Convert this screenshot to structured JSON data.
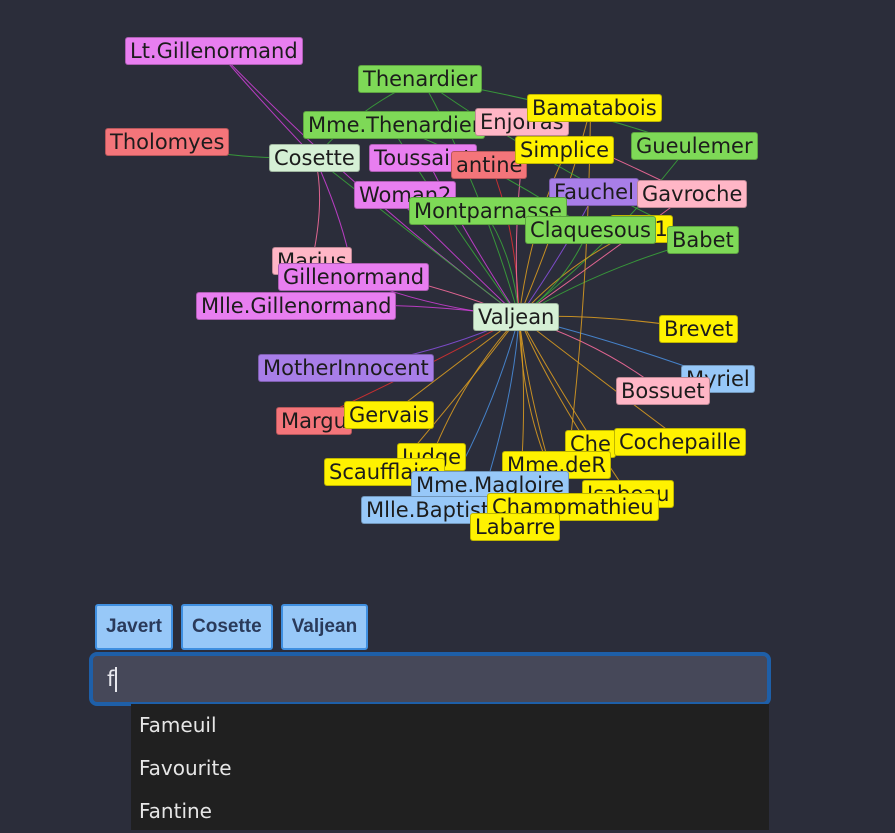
{
  "graph": {
    "nodes": [
      {
        "id": "Lt.Gillenormand",
        "color": "#e87ef0"
      },
      {
        "id": "Thenardier",
        "color": "#7ed957"
      },
      {
        "id": "Tholomyes",
        "color": "#f4757a"
      },
      {
        "id": "Mme.Thenardier",
        "color": "#7ed957"
      },
      {
        "id": "Cosette",
        "color": "#d5f0d5"
      },
      {
        "id": "Toussaint",
        "color": "#e87ef0"
      },
      {
        "id": "Fantine",
        "color": "#f4757a"
      },
      {
        "id": "Enjolras",
        "color": "#ffb6c6"
      },
      {
        "id": "Bamatabois",
        "color": "#fff200"
      },
      {
        "id": "Simplice",
        "color": "#fff200"
      },
      {
        "id": "Gueulemer",
        "color": "#7ed957"
      },
      {
        "id": "Woman2",
        "color": "#e87ef0"
      },
      {
        "id": "Fauchelevent",
        "color": "#a87ee8"
      },
      {
        "id": "Gavroche",
        "color": "#ffb6c6"
      },
      {
        "id": "Montparnasse",
        "color": "#7ed957"
      },
      {
        "id": "Woman1",
        "color": "#fff200"
      },
      {
        "id": "Claquesous",
        "color": "#7ed957"
      },
      {
        "id": "Babet",
        "color": "#7ed957"
      },
      {
        "id": "Marius",
        "color": "#ffb6c6"
      },
      {
        "id": "Gillenormand",
        "color": "#e87ef0"
      },
      {
        "id": "Mlle.Gillenormand",
        "color": "#e87ef0"
      },
      {
        "id": "Valjean",
        "color": "#d5f0d5"
      },
      {
        "id": "Brevet",
        "color": "#fff200"
      },
      {
        "id": "MotherInnocent",
        "color": "#a87ee8"
      },
      {
        "id": "Myriel",
        "color": "#97c8f8"
      },
      {
        "id": "Bossuet",
        "color": "#ffb6c6"
      },
      {
        "id": "Marguerite",
        "color": "#f4757a"
      },
      {
        "id": "Gervais",
        "color": "#fff200"
      },
      {
        "id": "Chenildieu",
        "color": "#fff200"
      },
      {
        "id": "Cochepaille",
        "color": "#fff200"
      },
      {
        "id": "Judge",
        "color": "#fff200"
      },
      {
        "id": "Scaufflaire",
        "color": "#fff200"
      },
      {
        "id": "Mme.deR",
        "color": "#fff200"
      },
      {
        "id": "Mme.Magloire",
        "color": "#97c8f8"
      },
      {
        "id": "Isabeau",
        "color": "#fff200"
      },
      {
        "id": "Mlle.Baptistine",
        "color": "#97c8f8"
      },
      {
        "id": "Champmathieu",
        "color": "#fff200"
      },
      {
        "id": "Labarre",
        "color": "#fff200"
      }
    ],
    "links": [
      {
        "source": "Valjean",
        "target": "Lt.Gillenormand",
        "color": "#d040d8"
      },
      {
        "source": "Valjean",
        "target": "Thenardier",
        "color": "#3aa83a"
      },
      {
        "source": "Valjean",
        "target": "Mme.Thenardier",
        "color": "#3aa83a"
      },
      {
        "source": "Valjean",
        "target": "Cosette",
        "color": "#3aa83a"
      },
      {
        "source": "Valjean",
        "target": "Toussaint",
        "color": "#d040d8"
      },
      {
        "source": "Valjean",
        "target": "Fantine",
        "color": "#e03030"
      },
      {
        "source": "Valjean",
        "target": "Enjolras",
        "color": "#ff6fa0"
      },
      {
        "source": "Valjean",
        "target": "Bamatabois",
        "color": "#e0a020"
      },
      {
        "source": "Valjean",
        "target": "Simplice",
        "color": "#e0a020"
      },
      {
        "source": "Valjean",
        "target": "Gueulemer",
        "color": "#3aa83a"
      },
      {
        "source": "Valjean",
        "target": "Woman2",
        "color": "#d040d8"
      },
      {
        "source": "Valjean",
        "target": "Fauchelevent",
        "color": "#8a50e0"
      },
      {
        "source": "Valjean",
        "target": "Gavroche",
        "color": "#ff6fa0"
      },
      {
        "source": "Valjean",
        "target": "Montparnasse",
        "color": "#3aa83a"
      },
      {
        "source": "Valjean",
        "target": "Woman1",
        "color": "#e0a020"
      },
      {
        "source": "Valjean",
        "target": "Claquesous",
        "color": "#3aa83a"
      },
      {
        "source": "Valjean",
        "target": "Babet",
        "color": "#3aa83a"
      },
      {
        "source": "Valjean",
        "target": "Marius",
        "color": "#ff6fa0"
      },
      {
        "source": "Valjean",
        "target": "Gillenormand",
        "color": "#d040d8"
      },
      {
        "source": "Valjean",
        "target": "Mlle.Gillenormand",
        "color": "#d040d8"
      },
      {
        "source": "Valjean",
        "target": "Brevet",
        "color": "#e0a020"
      },
      {
        "source": "Valjean",
        "target": "MotherInnocent",
        "color": "#8a50e0"
      },
      {
        "source": "Valjean",
        "target": "Myriel",
        "color": "#4a90e2"
      },
      {
        "source": "Valjean",
        "target": "Bossuet",
        "color": "#ff6fa0"
      },
      {
        "source": "Valjean",
        "target": "Marguerite",
        "color": "#e03030"
      },
      {
        "source": "Valjean",
        "target": "Gervais",
        "color": "#e0a020"
      },
      {
        "source": "Valjean",
        "target": "Chenildieu",
        "color": "#e0a020"
      },
      {
        "source": "Valjean",
        "target": "Cochepaille",
        "color": "#e0a020"
      },
      {
        "source": "Valjean",
        "target": "Judge",
        "color": "#e0a020"
      },
      {
        "source": "Valjean",
        "target": "Scaufflaire",
        "color": "#e0a020"
      },
      {
        "source": "Valjean",
        "target": "Mme.deR",
        "color": "#e0a020"
      },
      {
        "source": "Valjean",
        "target": "Mme.Magloire",
        "color": "#4a90e2"
      },
      {
        "source": "Valjean",
        "target": "Isabeau",
        "color": "#e0a020"
      },
      {
        "source": "Valjean",
        "target": "Mlle.Baptistine",
        "color": "#4a90e2"
      },
      {
        "source": "Valjean",
        "target": "Champmathieu",
        "color": "#e0a020"
      },
      {
        "source": "Valjean",
        "target": "Labarre",
        "color": "#e0a020"
      },
      {
        "source": "Cosette",
        "target": "Tholomyes",
        "color": "#3aa83a"
      },
      {
        "source": "Cosette",
        "target": "Marius",
        "color": "#ff6fa0"
      },
      {
        "source": "Cosette",
        "target": "Thenardier",
        "color": "#3aa83a"
      },
      {
        "source": "Cosette",
        "target": "Gillenormand",
        "color": "#d040d8"
      },
      {
        "source": "Cosette",
        "target": "Lt.Gillenormand",
        "color": "#d040d8"
      },
      {
        "source": "Thenardier",
        "target": "Gueulemer",
        "color": "#3aa83a"
      },
      {
        "source": "Thenardier",
        "target": "Babet",
        "color": "#3aa83a"
      },
      {
        "source": "Mme.Thenardier",
        "target": "Claquesous",
        "color": "#3aa83a"
      },
      {
        "source": "Enjolras",
        "target": "Gavroche",
        "color": "#ff6fa0"
      },
      {
        "source": "Bamatabois",
        "target": "Champmathieu",
        "color": "#e0a020"
      }
    ],
    "labels": [
      "Lt.Gillenormand",
      "Thenardier",
      "Tholomyes",
      "Mme.Thenardier",
      "Cosette",
      "Toussaint",
      "Fantine",
      "Enjolras",
      "Bamatabois",
      "Simplice",
      "Gueulemer",
      "Woman2",
      "Fauchelevent",
      "Gavroche",
      "Montparnasse",
      "Woman1",
      "Claquesous",
      "Babet",
      "Marius",
      "Gillenormand",
      "Mlle.Gillenormand",
      "Valjean",
      "Brevet",
      "MotherInnocent",
      "Myriel",
      "Bossuet",
      "Marguerite",
      "Gervais",
      "Chenildieu",
      "Cochepaille",
      "Judge",
      "Scaufflaire",
      "Mme.deR",
      "Mme.Magloire",
      "Isabeau",
      "Mlle.Baptistine",
      "Champmathieu",
      "Labarre"
    ]
  },
  "chips": [
    {
      "label": "Javert"
    },
    {
      "label": "Cosette"
    },
    {
      "label": "Valjean"
    }
  ],
  "search": {
    "value": "f",
    "placeholder": ""
  },
  "suggestions": [
    {
      "label": "Fameuil"
    },
    {
      "label": "Favourite"
    },
    {
      "label": "Fantine"
    }
  ]
}
